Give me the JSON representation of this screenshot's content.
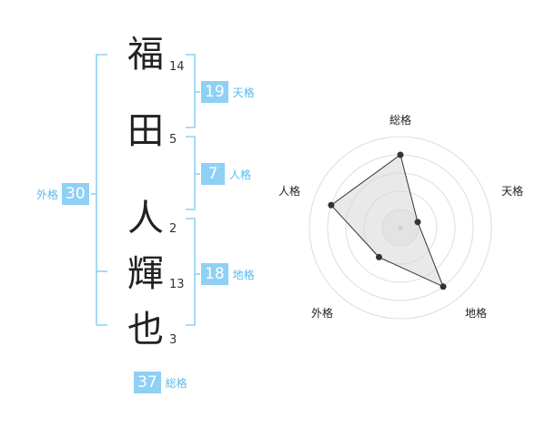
{
  "name": {
    "chars": [
      {
        "char": "福",
        "strokes": "14"
      },
      {
        "char": "田",
        "strokes": "5"
      },
      {
        "char": "人",
        "strokes": "2"
      },
      {
        "char": "輝",
        "strokes": "13"
      },
      {
        "char": "也",
        "strokes": "3"
      }
    ]
  },
  "fortune": {
    "tenkaku": {
      "value": "19",
      "label": "天格"
    },
    "jinkaku": {
      "value": "7",
      "label": "人格"
    },
    "chikaku": {
      "value": "18",
      "label": "地格"
    },
    "gaikaku": {
      "value": "30",
      "label": "外格"
    },
    "soukaku": {
      "value": "37",
      "label": "総格"
    }
  },
  "chart_data": {
    "type": "radar",
    "axes": [
      "総格",
      "天格",
      "地格",
      "外格",
      "人格"
    ],
    "values": [
      4,
      1,
      4,
      2,
      4
    ],
    "max": 5,
    "rings": 5
  },
  "colors": {
    "accent": "#8fd0f5",
    "label": "#5bbbe8",
    "line": "#333333",
    "fill": "#e8e8e8"
  }
}
